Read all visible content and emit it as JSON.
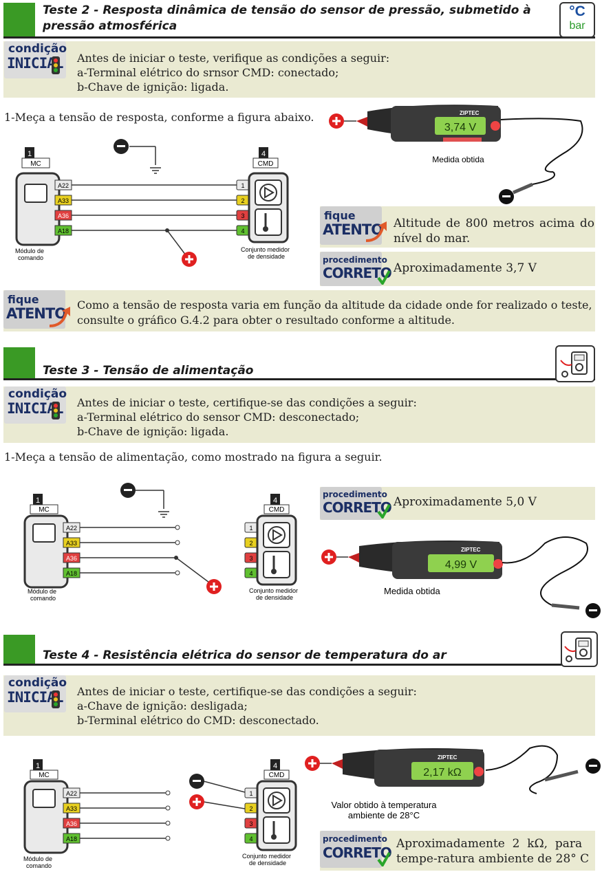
{
  "test2": {
    "title_line1": "Teste 2 - Resposta dinâmica de tensão do sensor de pressão, submetido à",
    "title_line2": "pressão atmosférica",
    "unit_top": "°C",
    "unit_bottom": "bar",
    "badge_top": "condição",
    "badge_bottom": "INICIAL",
    "cond_intro": "Antes de iniciar o teste, verifique as condições a seguir:",
    "cond_a": "a-Terminal elétrico do srnsor CMD: conectado;",
    "cond_b": "b-Chave de ignição: ligada.",
    "step1": "1-Meça a tensão de resposta, conforme a figura abaixo.",
    "meter_reading": "3,74 V",
    "meter_caption": "Medida obtida",
    "attention_top": "fique",
    "attention_bottom": "ATENTO",
    "attention_text_line1": "Altitude de 800 metros acima do",
    "attention_text_line2": "nível do mar.",
    "proc_top": "procedimento",
    "proc_bottom": "CORRETO",
    "proc_text": "Aproximadamente 3,7 V",
    "note_text_line1": "Como a tensão de resposta varia em função da altitude da cidade onde for realizado o teste,",
    "note_text_line2": "consulte o gráfico G.4.2  para obter o resultado conforme a altitude."
  },
  "test3": {
    "title": "Teste 3 - Tensão de alimentação",
    "cond_intro": "Antes de iniciar o teste, certifique-se das condições a seguir:",
    "cond_a": "a-Terminal elétrico do sensor CMD: desconectado;",
    "cond_b": "b-Chave de ignição: ligada.",
    "step1": "1-Meça a tensão de alimentação, como mostrado na figura a seguir.",
    "proc_text": "Aproximadamente 5,0 V",
    "meter_reading": "4,99 V",
    "meter_caption": "Medida obtida"
  },
  "test4": {
    "title": "Teste 4 - Resistência elétrica do sensor de temperatura do ar",
    "cond_intro": "Antes de iniciar o teste, certifique-se das condições a seguir:",
    "cond_a": "a-Chave de ignição: desligada;",
    "cond_b": "b-Terminal elétrico do CMD: desconectado.",
    "meter_reading": "2,17 kΩ",
    "meter_caption_line1": "Valor obtido à temperatura",
    "meter_caption_line2": "ambiente de 28°C",
    "proc_text_line1": "Aproximadamente  2  kΩ,  para",
    "proc_text_line2": "tempe-ratura ambiente de 28° C"
  },
  "diagram": {
    "mc_number": "1",
    "mc_label": "MC",
    "cmd_number": "4",
    "cmd_label": "CMD",
    "pins": [
      "A22",
      "A33",
      "A36",
      "A18"
    ],
    "cmd_pins": [
      "1",
      "2",
      "3",
      "4"
    ],
    "module_label_line1": "Módulo de",
    "module_label_line2": "comando",
    "cmd_caption_line1": "Conjunto medidor",
    "cmd_caption_line2": "de densidade",
    "meter_brand": "ZIPTEC",
    "plus": "+",
    "minus": "−"
  },
  "colors": {
    "header_green": "#3a9a25",
    "band_beige": "#eaead2",
    "badge_blue": "#1b2e64",
    "probe_red": "#e02020",
    "lcd_green": "#8fd14f"
  }
}
